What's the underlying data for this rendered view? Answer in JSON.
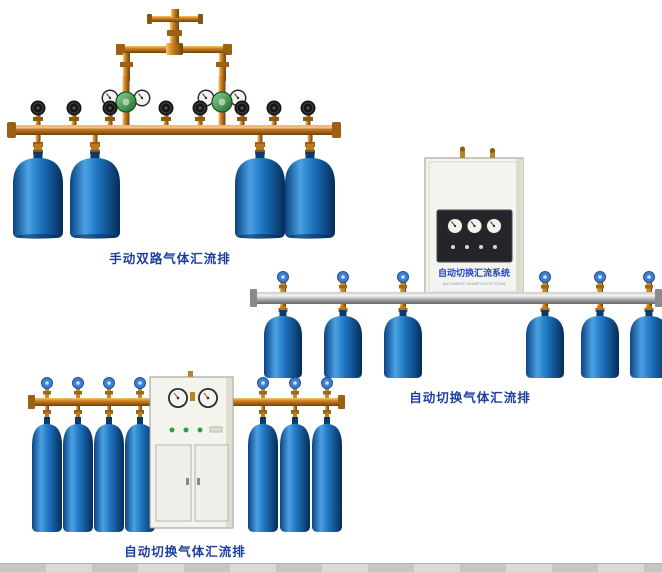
{
  "page": {
    "background": "#ffffff"
  },
  "products": {
    "manual_dual": {
      "caption": "手动双路气体汇流排"
    },
    "auto_switch_right": {
      "caption": "自动切换气体汇流排"
    },
    "auto_switch_bottom": {
      "caption": "自动切换气体汇流排"
    }
  },
  "cabinet": {
    "title": "自动切换汇流系统",
    "subtitle": "AUTOMATIC MANIFOLD SYSTEM"
  },
  "colors": {
    "caption_text": "#1d3f9f",
    "copper_pipe": "#cf8424",
    "cylinder_blue": "#1d74c0",
    "silver_pipe": "#b5b5b5",
    "cabinet_panel_text": "#2547c0",
    "regulator_green": "#2e8b3a",
    "valve_wheel_blue": "#3f7fd2",
    "valve_wheel_black": "#161616"
  }
}
